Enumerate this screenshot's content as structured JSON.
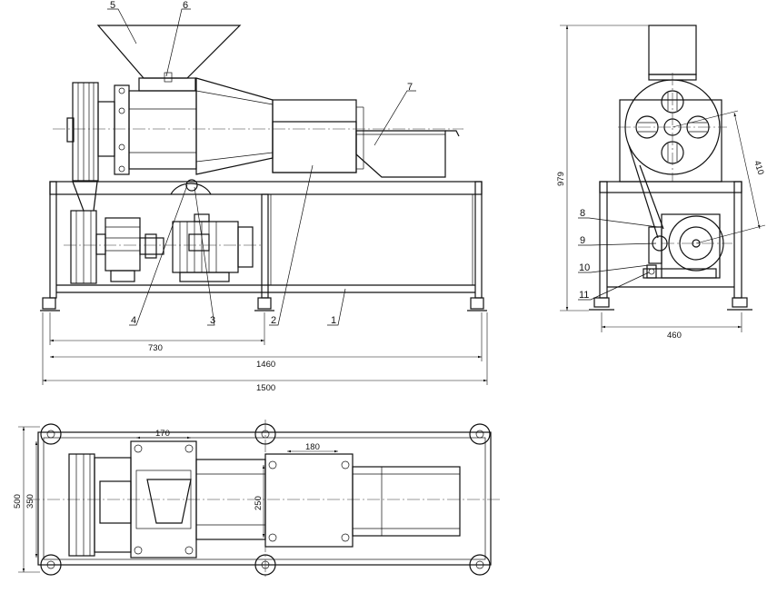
{
  "front_view": {
    "callouts": [
      "1",
      "2",
      "3",
      "4",
      "5",
      "6",
      "7"
    ],
    "dims": {
      "d730": "730",
      "d1460": "1460",
      "d1500": "1500"
    }
  },
  "side_view": {
    "callouts": [
      "8",
      "9",
      "10",
      "11"
    ],
    "dims": {
      "d979": "979",
      "d460": "460",
      "d410": "410"
    }
  },
  "top_view": {
    "dims": {
      "d170": "170",
      "d180": "180",
      "d500": "500",
      "d350": "350",
      "d250": "250"
    }
  }
}
